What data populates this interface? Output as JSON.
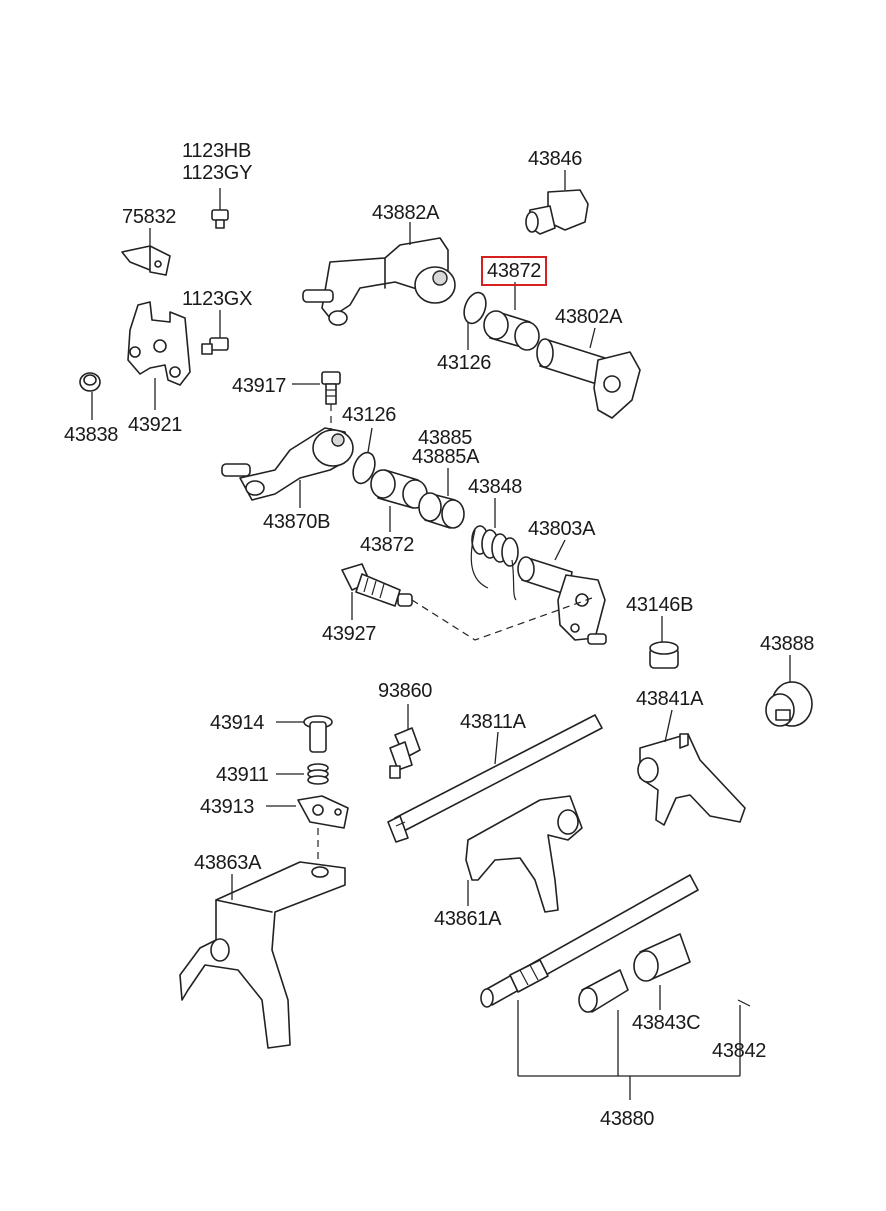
{
  "highlight_color": "#d62020",
  "labels": {
    "p1123HB": "1123HB",
    "p1123GY": "1123GY",
    "p75832": "75832",
    "p1123GX": "1123GX",
    "p43838": "43838",
    "p43921": "43921",
    "p43917": "43917",
    "p43846": "43846",
    "p43882A": "43882A",
    "p43872_top": "43872",
    "p43802A": "43802A",
    "p43126_top": "43126",
    "p43126_mid": "43126",
    "p43885": "43885",
    "p43885A": "43885A",
    "p43848": "43848",
    "p43870B": "43870B",
    "p43872_mid": "43872",
    "p43803A": "43803A",
    "p43927": "43927",
    "p43146B": "43146B",
    "p43888": "43888",
    "p93860": "93860",
    "p43811A": "43811A",
    "p43841A": "43841A",
    "p43914": "43914",
    "p43911": "43911",
    "p43913": "43913",
    "p43863A": "43863A",
    "p43861A": "43861A",
    "p43843C": "43843C",
    "p43842": "43842",
    "p43880": "43880"
  }
}
